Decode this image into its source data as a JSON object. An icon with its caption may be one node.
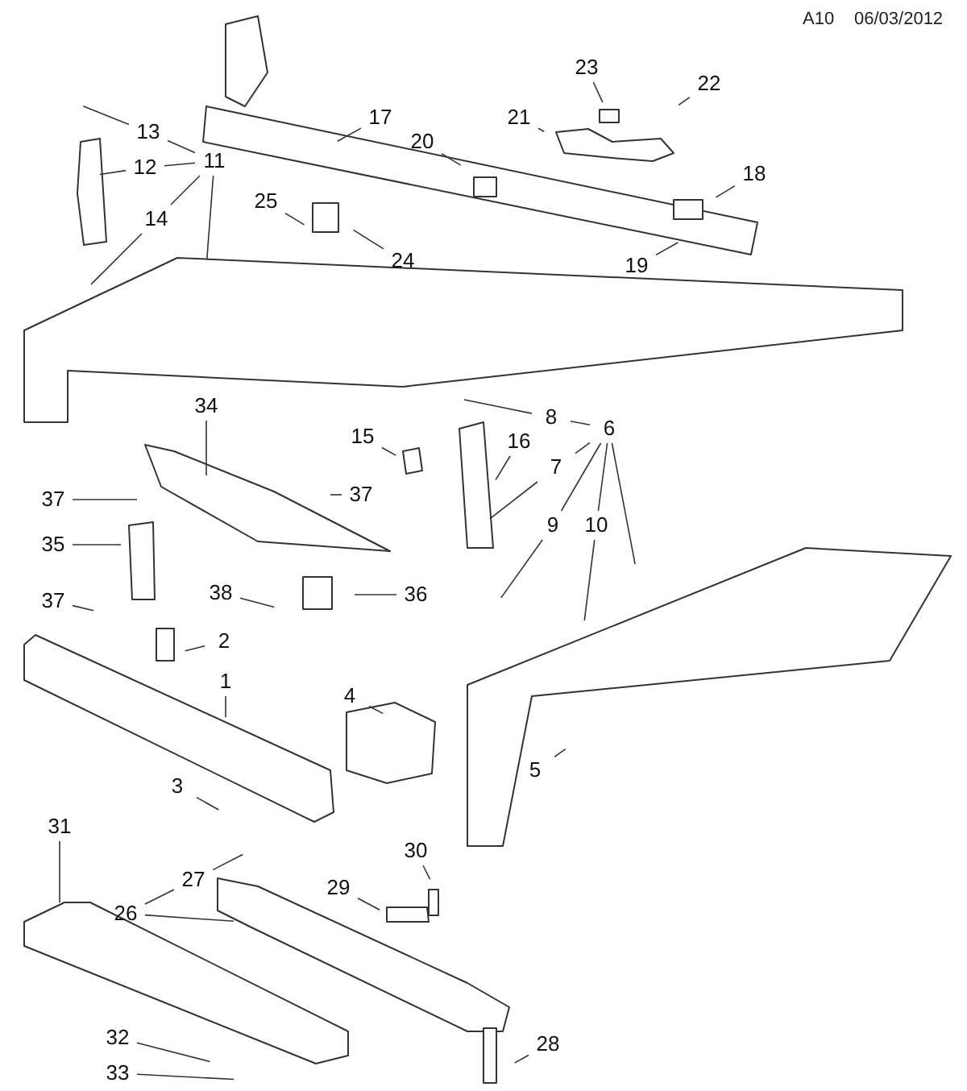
{
  "diagram": {
    "nodes": [
      {
        "text": [
          "23"
        ]
      },
      {
        "text": [
          "22"
        ]
      },
      {
        "text": [
          "13"
        ]
      },
      {
        "text": [
          "17"
        ]
      },
      {
        "text": [
          "21"
        ]
      },
      {
        "text": [
          "20"
        ]
      },
      {
        "text": [
          "11"
        ]
      },
      {
        "text": [
          "12"
        ]
      },
      {
        "text": [
          "18"
        ]
      },
      {
        "text": [
          "25"
        ]
      },
      {
        "text": [
          "14"
        ]
      },
      {
        "text": [
          "24"
        ]
      },
      {
        "text": [
          "19"
        ]
      },
      {
        "text": [
          "34"
        ]
      },
      {
        "text": [
          "8"
        ]
      },
      {
        "text": [
          "6"
        ]
      },
      {
        "text": [
          "15"
        ]
      },
      {
        "text": [
          "16"
        ]
      },
      {
        "text": [
          "7"
        ]
      },
      {
        "text": [
          "37"
        ]
      },
      {
        "text": [
          "37"
        ]
      },
      {
        "text": [
          "35"
        ]
      },
      {
        "text": [
          "9"
        ]
      },
      {
        "text": [
          "10"
        ]
      },
      {
        "text": [
          "38"
        ]
      },
      {
        "text": [
          "36"
        ]
      },
      {
        "text": [
          "37"
        ]
      },
      {
        "text": [
          "2"
        ]
      },
      {
        "text": [
          "1"
        ]
      },
      {
        "text": [
          "4"
        ]
      },
      {
        "text": [
          "5"
        ]
      },
      {
        "text": [
          "3"
        ]
      },
      {
        "text": [
          "31"
        ]
      },
      {
        "text": [
          "30"
        ]
      },
      {
        "text": [
          "27"
        ]
      },
      {
        "text": [
          "29"
        ]
      },
      {
        "text": [
          "26"
        ]
      },
      {
        "text": [
          "32"
        ]
      },
      {
        "text": [
          "28"
        ]
      },
      {
        "text": [
          "33"
        ]
      }
    ],
    "edges": [
      {
        "from": 0,
        "to": null,
        "arrow": "none"
      },
      {
        "from": 1,
        "to": null,
        "arrow": "none"
      },
      {
        "from": 2,
        "to": null,
        "arrow": "none"
      },
      {
        "from": 3,
        "to": null,
        "arrow": "none"
      },
      {
        "from": 4,
        "to": null,
        "arrow": "none"
      },
      {
        "from": 5,
        "to": null,
        "arrow": "none"
      },
      {
        "from": 6,
        "to": 2,
        "arrow": "none"
      },
      {
        "from": 6,
        "to": 7,
        "arrow": "none"
      },
      {
        "from": 6,
        "to": 10,
        "arrow": "none"
      },
      {
        "from": 6,
        "to": null,
        "arrow": "none"
      },
      {
        "from": 7,
        "to": null,
        "arrow": "none"
      },
      {
        "from": 8,
        "to": null,
        "arrow": "none"
      },
      {
        "from": 9,
        "to": null,
        "arrow": "none"
      },
      {
        "from": 10,
        "to": null,
        "arrow": "none"
      },
      {
        "from": 11,
        "to": null,
        "arrow": "none"
      },
      {
        "from": 12,
        "to": null,
        "arrow": "none"
      },
      {
        "from": 13,
        "to": null,
        "arrow": "none"
      },
      {
        "from": 14,
        "to": null,
        "arrow": "none"
      },
      {
        "from": 15,
        "to": 14,
        "arrow": "none"
      },
      {
        "from": 15,
        "to": 18,
        "arrow": "none"
      },
      {
        "from": 15,
        "to": 22,
        "arrow": "none"
      },
      {
        "from": 15,
        "to": 23,
        "arrow": "none"
      },
      {
        "from": 15,
        "to": null,
        "arrow": "none"
      },
      {
        "from": 16,
        "to": null,
        "arrow": "none"
      },
      {
        "from": 17,
        "to": null,
        "arrow": "none"
      },
      {
        "from": 18,
        "to": null,
        "arrow": "none"
      },
      {
        "from": 19,
        "to": null,
        "arrow": "none"
      },
      {
        "from": 20,
        "to": null,
        "arrow": "none"
      },
      {
        "from": 21,
        "to": null,
        "arrow": "none"
      },
      {
        "from": 22,
        "to": null,
        "arrow": "none"
      },
      {
        "from": 23,
        "to": null,
        "arrow": "none"
      },
      {
        "from": 24,
        "to": null,
        "arrow": "none"
      },
      {
        "from": 25,
        "to": null,
        "arrow": "none"
      },
      {
        "from": 26,
        "to": null,
        "arrow": "none"
      },
      {
        "from": 27,
        "to": null,
        "arrow": "none"
      },
      {
        "from": 28,
        "to": null,
        "arrow": "none"
      },
      {
        "from": 29,
        "to": null,
        "arrow": "none"
      },
      {
        "from": 30,
        "to": null,
        "arrow": "none"
      },
      {
        "from": 31,
        "to": null,
        "arrow": "none"
      },
      {
        "from": 32,
        "to": null,
        "arrow": "none"
      },
      {
        "from": 33,
        "to": null,
        "arrow": "none"
      },
      {
        "from": 34,
        "to": null,
        "arrow": "none"
      },
      {
        "from": 35,
        "to": null,
        "arrow": "none"
      },
      {
        "from": 36,
        "to": 34,
        "arrow": "none"
      },
      {
        "from": 36,
        "to": null,
        "arrow": "none"
      },
      {
        "from": 37,
        "to": null,
        "arrow": "none"
      },
      {
        "from": 38,
        "to": null,
        "arrow": "none"
      },
      {
        "from": 39,
        "to": null,
        "arrow": "none"
      }
    ],
    "labels": [
      "A10",
      "06/03/2012"
    ]
  }
}
